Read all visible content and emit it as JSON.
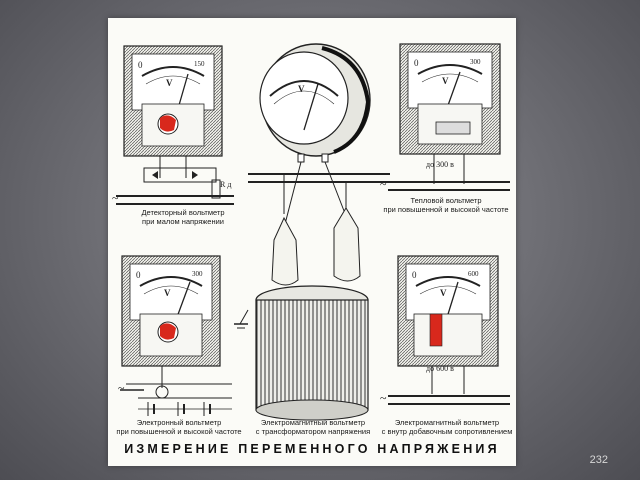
{
  "slide": {
    "page_number": "232",
    "banner_title": "ИЗМЕРЕНИЕ ПЕРЕМЕННОГО НАПРЯЖЕНИЯ"
  },
  "meters": {
    "top_left": {
      "caption_line1": "Детекторный вольтметр",
      "caption_line2": "при малом напряжении",
      "scale_min": "0",
      "scale_max": "150",
      "unit": "V",
      "resistor_label": "R д"
    },
    "top_right": {
      "caption_line1": "Тепловой вольтметр",
      "caption_line2": "при повышенной и высокой частоте",
      "scale_min": "0",
      "scale_max": "300",
      "unit": "V",
      "range_label": "до 300 в"
    },
    "bottom_left": {
      "caption_line1": "Электронный вольтметр",
      "caption_line2": "при повышенной и высокой частоте",
      "scale_min": "0",
      "scale_max": "300",
      "unit": "V"
    },
    "bottom_right": {
      "caption_line1": "Электромагнитный вольтметр",
      "caption_line2": "с внутр добавочным сопротивлением",
      "scale_min": "0",
      "scale_max": "600",
      "unit": "V",
      "range_label": "до 600 в"
    },
    "center": {
      "caption_line1": "Электромагнитный вольтметр",
      "caption_line2": "с трансформатором напряжения",
      "unit": "V"
    }
  },
  "colors": {
    "ink": "#1c1c1c",
    "accent_red": "#d8281c",
    "paper": "#fbfbf7"
  }
}
